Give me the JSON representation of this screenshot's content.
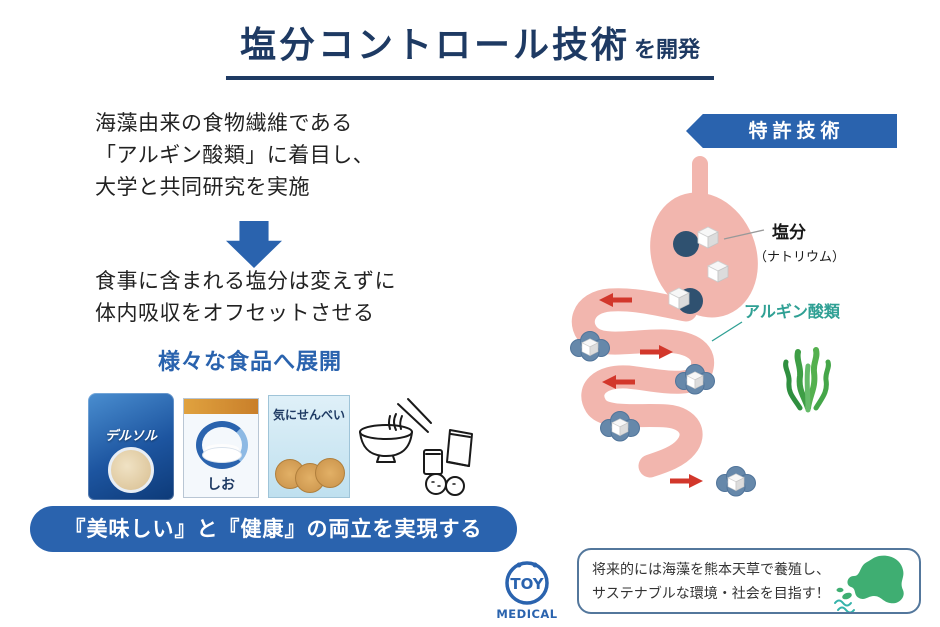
{
  "header": {
    "title_main": "塩分コントロール技術",
    "title_suffix": "を開発"
  },
  "left": {
    "research_lines": [
      "海藻由来の食物繊維である",
      "「アルギン酸類」に着目し、",
      "大学と共同研究を実施"
    ],
    "offset_lines": [
      "食事に含まれる塩分は変えずに",
      "体内吸収をオフセットさせる"
    ],
    "foods_heading": "様々な食品へ展開",
    "products": [
      {
        "label": "デルソル"
      },
      {
        "label": "しお"
      },
      {
        "label": "気にせんべい"
      }
    ],
    "banner": "『美味しい』と『健康』の両立を実現する"
  },
  "right": {
    "patent_badge": "特許技術",
    "salt_label": "塩分",
    "salt_sublabel": "（ナトリウム）",
    "alginate_label": "アルギン酸類",
    "bubble_lines": [
      "将来的には海藻を熊本天草で養殖し、",
      "サステナブルな環境・社会を目指す！"
    ]
  },
  "logo": {
    "name": "TOY",
    "sub": "MEDICAL"
  },
  "colors": {
    "navy": "#1e3a63",
    "blue": "#2a63ae",
    "pink": "#f2b6ae",
    "red": "#d2372b",
    "teal": "#2fa094",
    "cloud_blue": "#6688aa",
    "seaweed_green": "#3e9e45",
    "map_green": "#3fae72"
  }
}
